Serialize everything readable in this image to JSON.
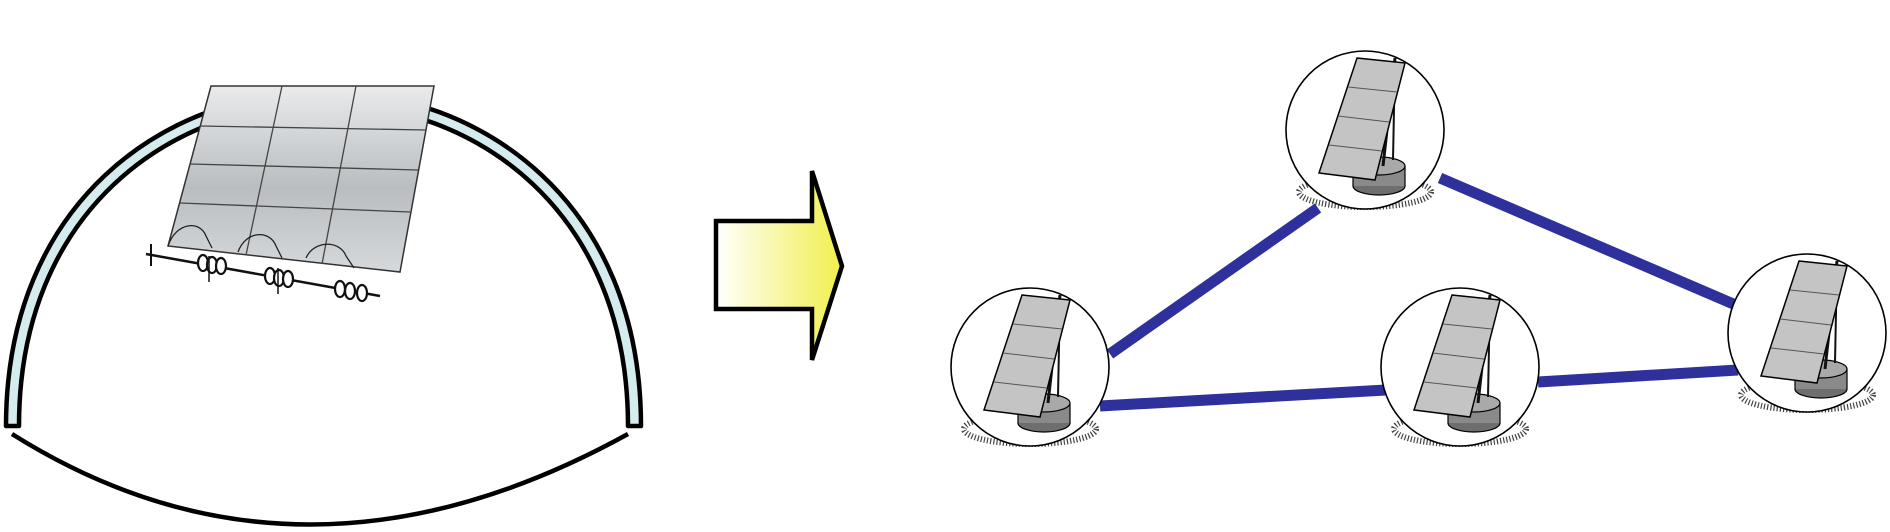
{
  "diagram": {
    "left_panel": {
      "shape": "dome",
      "content": "large-solar-array",
      "shell_color": "#d5ecef",
      "outline_color": "#000000",
      "panel_rows": 4,
      "panel_cols": 3
    },
    "transition_arrow": {
      "direction": "right",
      "gradient": [
        "#ffffff",
        "#f1ef4c"
      ],
      "outline_color": "#000000"
    },
    "right_panel": {
      "content": "distributed-solar-nodes",
      "node_count": 4,
      "link_color": "#2e309b",
      "node_panel_color": "#c4c4c4",
      "node_base_color": "#8a8a8a",
      "links": [
        [
          "node-top",
          "node-left"
        ],
        [
          "node-top",
          "node-right"
        ],
        [
          "node-left",
          "node-middle"
        ],
        [
          "node-middle",
          "node-right"
        ]
      ]
    }
  }
}
